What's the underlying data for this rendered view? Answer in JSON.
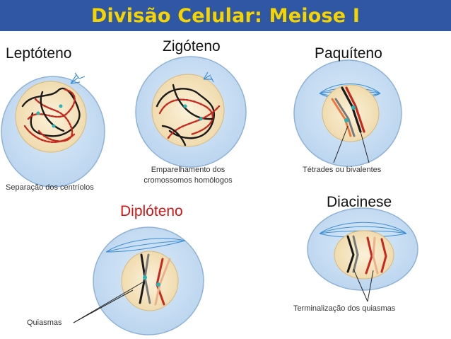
{
  "title": "Divisão Celular: Meiose I",
  "stages": {
    "leptoteno": "Leptóteno",
    "zigoteno": "Zigóteno",
    "paquiteno": "Paquíteno",
    "diploteno": "Diplóteno",
    "diacinese": "Diacinese"
  },
  "captions": {
    "centriolos": "Separação dos centríolos",
    "emparelhamento_1": "Emparelhamento dos",
    "emparelhamento_2": "cromossomos homólogos",
    "tetrades": "Tétrades ou bivalentes",
    "quiasmas": "Quiasmas",
    "terminalizacao": "Terminalização dos quiasmas"
  },
  "colors": {
    "title_bg": "#2f57a3",
    "title_text": "#f5d400",
    "cell_fill": "#c6dff3",
    "nucleus_fill": "#f6e7c4",
    "chromosome_red": "#c7281e",
    "chromosome_black": "#1b1b1b",
    "spindle": "#3d8fd6",
    "stage_red": "#d21414"
  }
}
